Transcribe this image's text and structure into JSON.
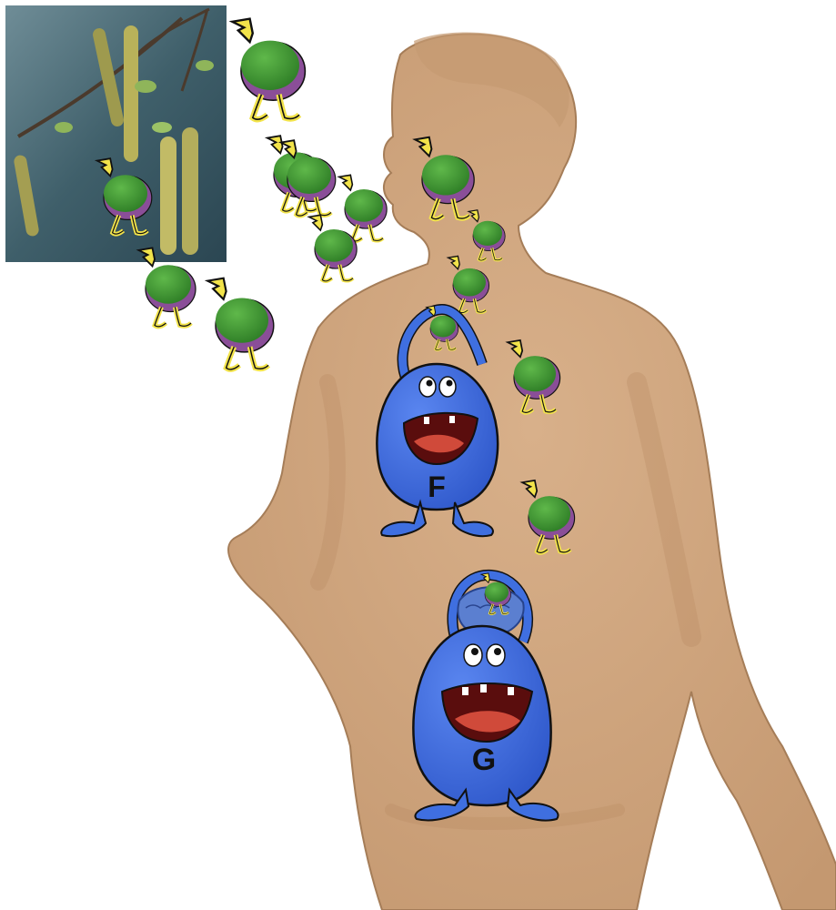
{
  "characters": [
    {
      "id": "stomach-monster",
      "letter": "F"
    },
    {
      "id": "intestine-monster",
      "letter": "G"
    }
  ],
  "colors": {
    "skin": "#cfa47c",
    "skin_shade": "#b98d64",
    "monster_blue": "#3f6fe0",
    "pollen_green": "#3f9a32",
    "pollen_purple": "#9a5aa6",
    "pollen_leg": "#f2e34a",
    "photo_bg": "#4a6a74"
  },
  "icons": {
    "pollen": "pollen-grain-character-icon",
    "photo": "birch-catkins-photo",
    "body": "human-torso-silhouette"
  }
}
